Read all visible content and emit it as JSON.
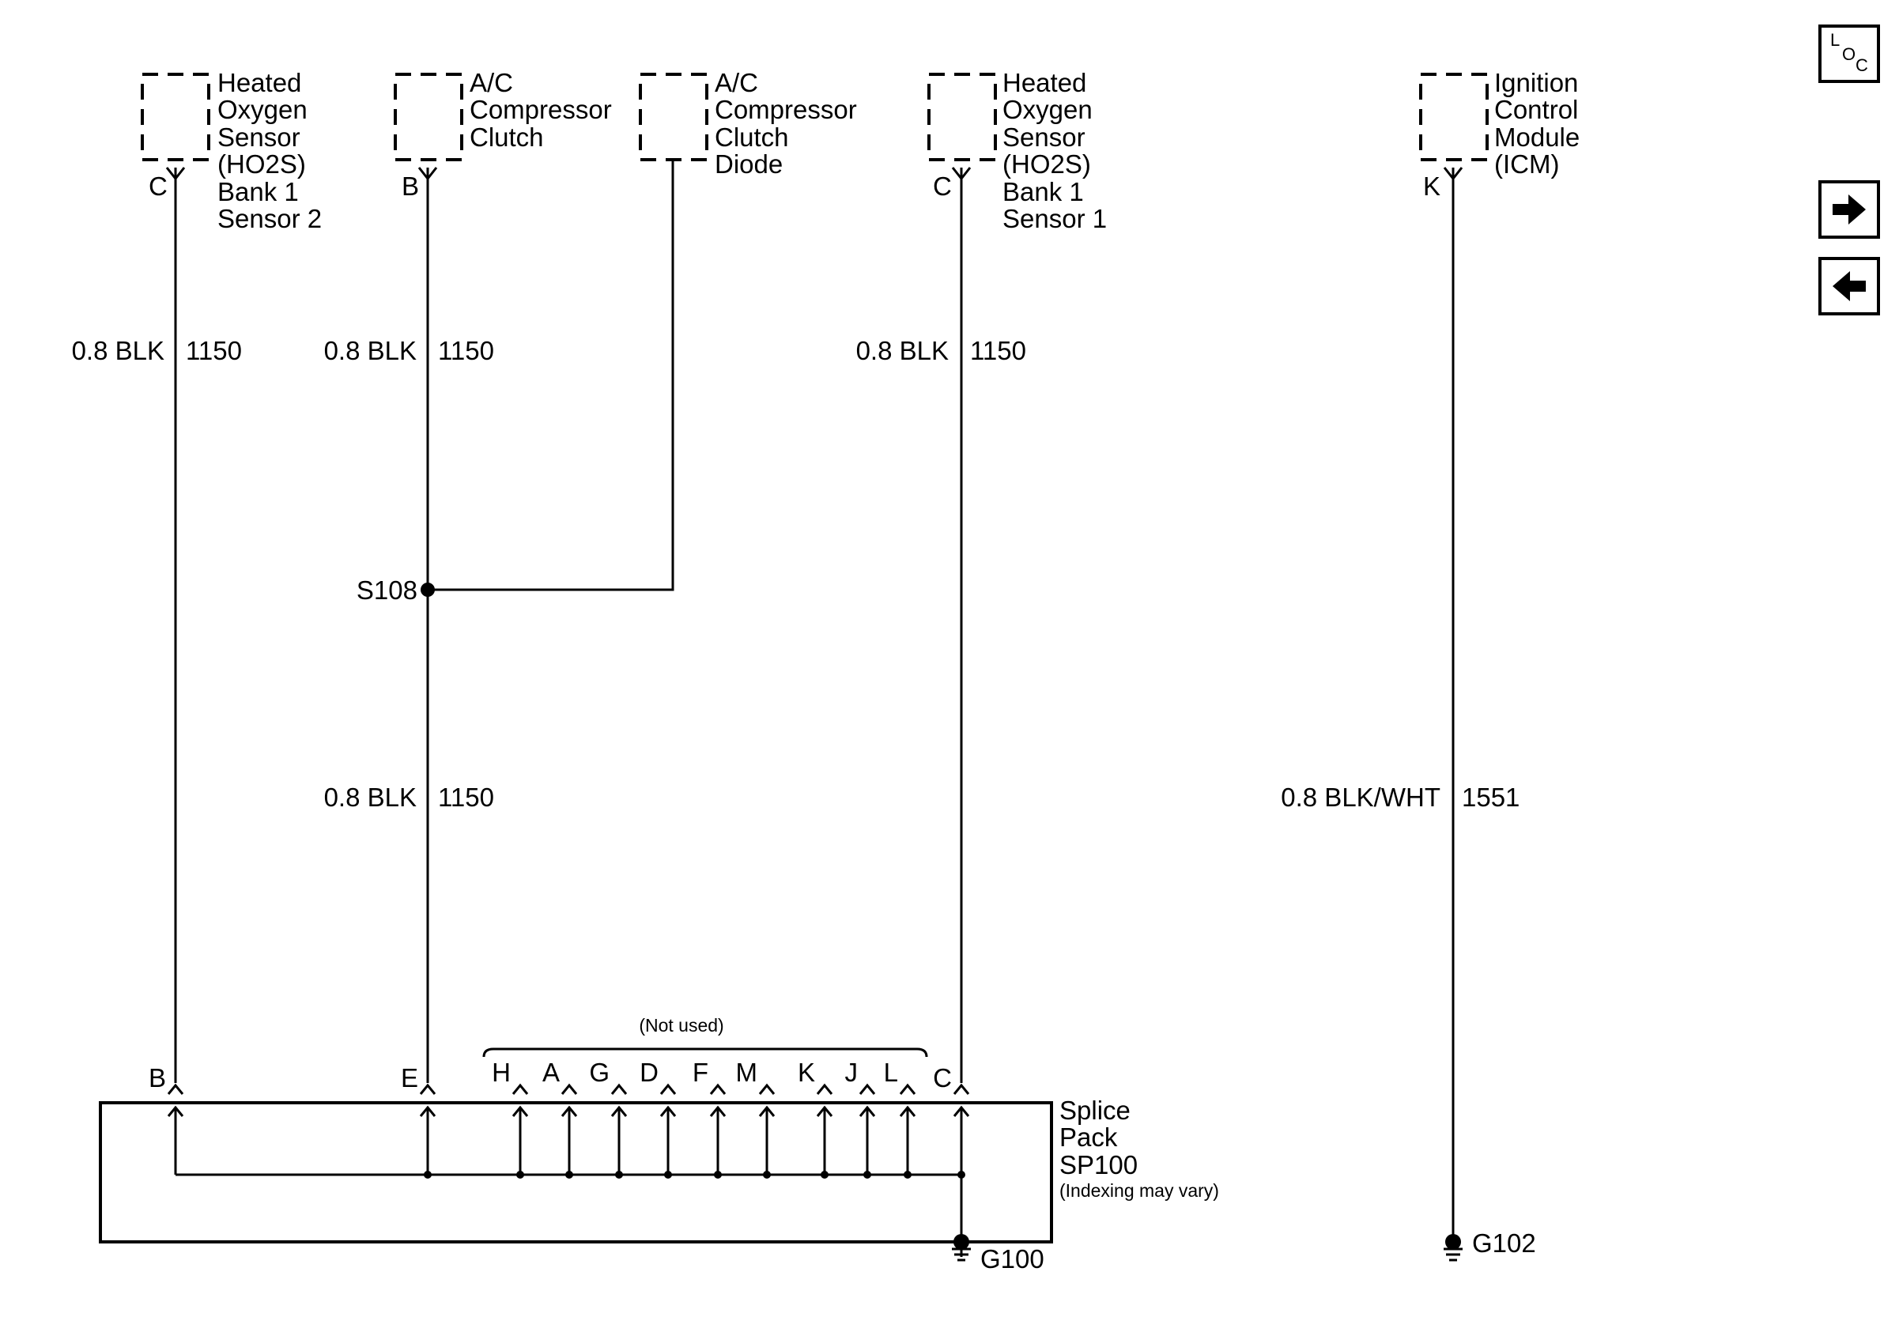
{
  "components": {
    "ho2s_b1s2": {
      "lines": [
        "Heated",
        "Oxygen",
        "Sensor",
        "(HO2S)",
        "Bank 1",
        "Sensor 2"
      ],
      "pin": "C"
    },
    "ac_clutch": {
      "lines": [
        "A/C",
        "Compressor",
        "Clutch"
      ],
      "pin": "B"
    },
    "ac_diode": {
      "lines": [
        "A/C",
        "Compressor",
        "Clutch",
        "Diode"
      ]
    },
    "ho2s_b1s1": {
      "lines": [
        "Heated",
        "Oxygen",
        "Sensor",
        "(HO2S)",
        "Bank 1",
        "Sensor 1"
      ],
      "pin": "C"
    },
    "icm": {
      "lines": [
        "Ignition",
        "Control",
        "Module",
        "(ICM)"
      ],
      "pin": "K"
    }
  },
  "wires": {
    "w1": {
      "color": "0.8 BLK",
      "circuit": "1150"
    },
    "w2": {
      "color": "0.8 BLK",
      "circuit": "1150"
    },
    "w3": {
      "color": "0.8 BLK",
      "circuit": "1150"
    },
    "w4": {
      "color": "0.8 BLK",
      "circuit": "1150"
    },
    "w5": {
      "color": "0.8 BLK/WHT",
      "circuit": "1551"
    }
  },
  "splice": {
    "label": "S108"
  },
  "splice_pack": {
    "lines": [
      "Splice",
      "Pack",
      "SP100"
    ],
    "note": "(Indexing may vary)",
    "not_used_label": "(Not used)",
    "pins": [
      "B",
      "E",
      "H",
      "A",
      "G",
      "D",
      "F",
      "M",
      "K",
      "J",
      "L",
      "C"
    ]
  },
  "grounds": {
    "g100": "G100",
    "g102": "G102"
  },
  "nav": {
    "loc_top": "L",
    "loc_mid": "O",
    "loc_bottom": "C"
  }
}
